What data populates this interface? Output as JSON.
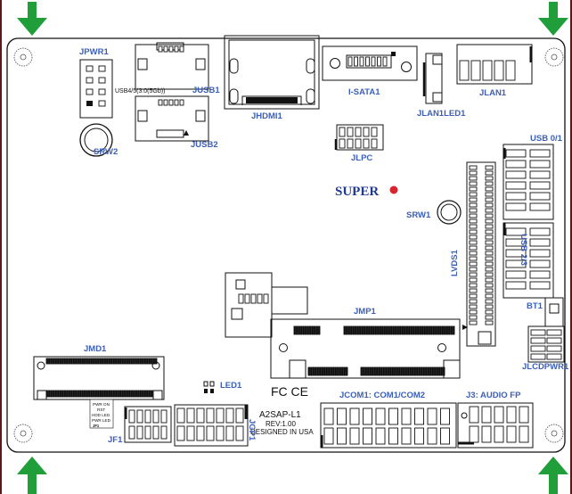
{
  "labels": {
    "jpwr1": "JPWR1",
    "usb45": "USB4/5(3.0(5Gb))",
    "jusb1": "JUSB1",
    "jusb2": "JUSB2",
    "srw2": "SRW2",
    "jhdmi1": "JHDMI1",
    "isata1": "I-SATA1",
    "jlan1led1": "JLAN1LED1",
    "jlan1": "JLAN1",
    "usb01": "USB 0/1",
    "jlpc": "JLPC",
    "srw1": "SRW1",
    "lvds1": "LVDS1",
    "usb23": "USB 2/3",
    "bt1": "BT1",
    "jmp1": "JMP1",
    "jlcdpwr1": "JLCDPWR1",
    "jmd1": "JMD1",
    "led1": "LED1",
    "jf1": "JF1",
    "jgp1": "JGP1",
    "jcom1": "JCOM1: COM1/COM2",
    "j3": "J3: AUDIO FP",
    "jf1_pins": [
      "PWR ON",
      "RST",
      "HDD LED",
      "PWR LED"
    ]
  },
  "logo": {
    "brand": "SUPER",
    "dot_color": "#d9232d",
    "text_color": "#1f3a93"
  },
  "board_text": {
    "model": "A2SAP-L1",
    "rev": "REV:1.00",
    "designed": "DESIGNED IN USA",
    "cert": "FC CE"
  },
  "colors": {
    "arrow": "#1f9e3a",
    "label": "#3b5fb8",
    "board_outline": "#111111",
    "frame": "#5a1a1a"
  },
  "icons": [
    "arrow-down-icon",
    "arrow-up-icon",
    "mounting-hole-icon",
    "fcc-ce-mark-icon"
  ]
}
